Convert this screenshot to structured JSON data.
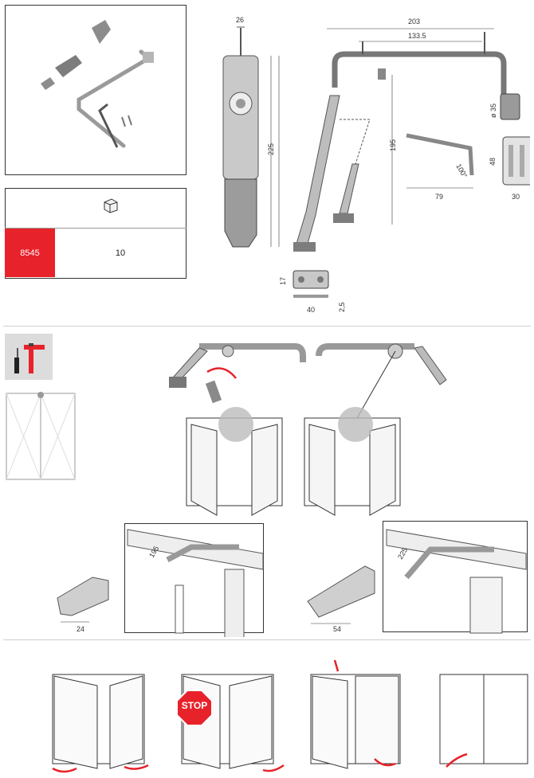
{
  "product_table": {
    "code": "8545",
    "quantity": "10"
  },
  "dimensions": {
    "bracket_width": "26",
    "bracket_height": "225",
    "arm_span": "203",
    "pin_spacing": "133.5",
    "arm_drop": "195",
    "roller_diameter": "ø 35",
    "plate_height": "17",
    "plate_width": "40",
    "plate_thickness": "2,5",
    "lever_length": "79",
    "lever_angle": "100°",
    "block_height": "48",
    "block_width": "30",
    "install_left_offset": "195",
    "install_left_width": "24",
    "install_right_offset": "225",
    "install_right_width": "54"
  },
  "labels": {
    "stop": "STOP"
  },
  "colors": {
    "accent_red": "#e8222a",
    "line": "#333333",
    "part_gray": "#9a9a9a",
    "light_gray": "#d8d8d8"
  }
}
